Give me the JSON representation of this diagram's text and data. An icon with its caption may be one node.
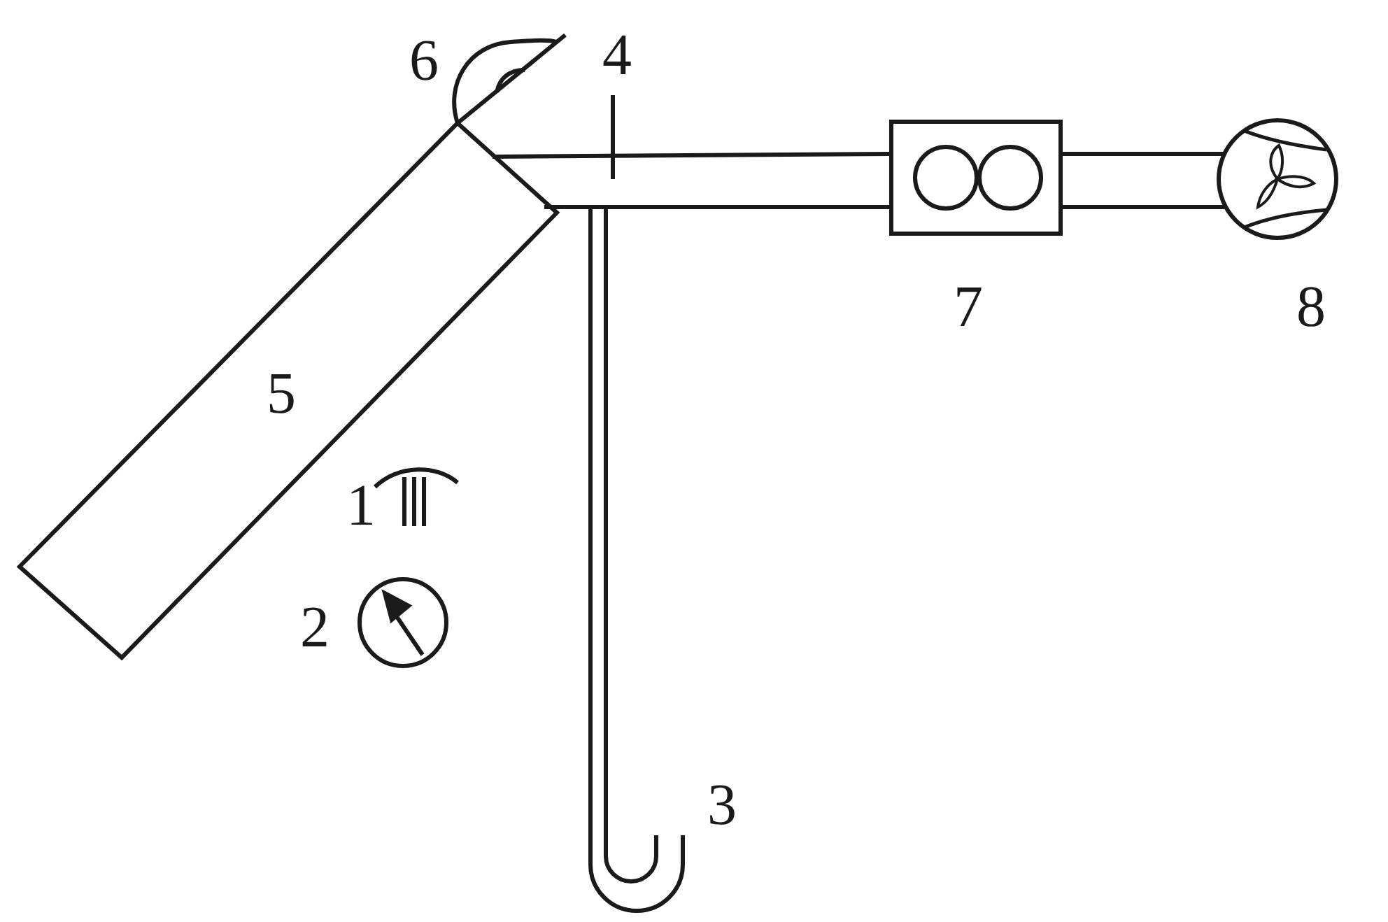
{
  "diagram": {
    "labels": [
      "6",
      "4",
      "7",
      "8",
      "5",
      "1",
      "2",
      "3"
    ]
  }
}
